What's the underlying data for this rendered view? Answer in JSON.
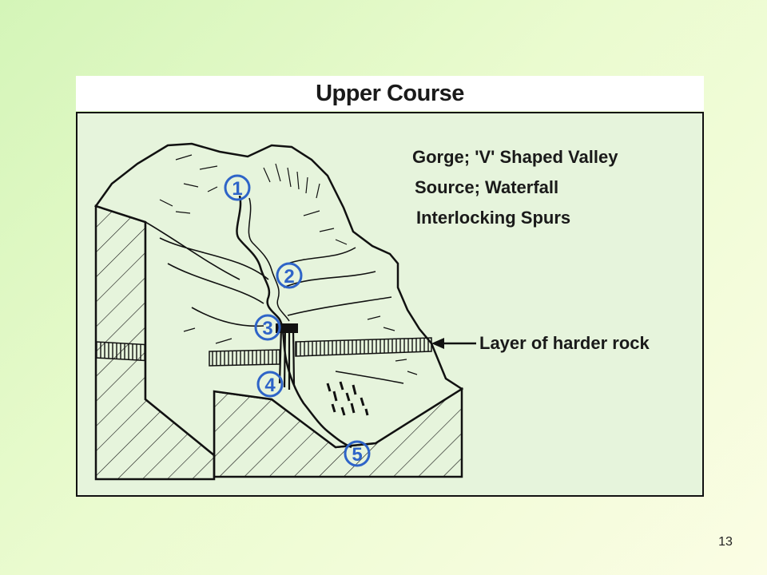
{
  "figure": {
    "title": "Upper Course",
    "key": [
      "Gorge; 'V' Shaped Valley",
      "Source; Waterfall",
      "Interlocking Spurs"
    ],
    "callout": "Layer of harder rock",
    "markers": [
      "1",
      "2",
      "3",
      "4",
      "5"
    ]
  },
  "page": {
    "number": "13"
  },
  "colors": {
    "background": "#dff7c4",
    "panel": "#e6f4dc",
    "ink": "#1a1a1a",
    "marker": "#2e64c8"
  }
}
